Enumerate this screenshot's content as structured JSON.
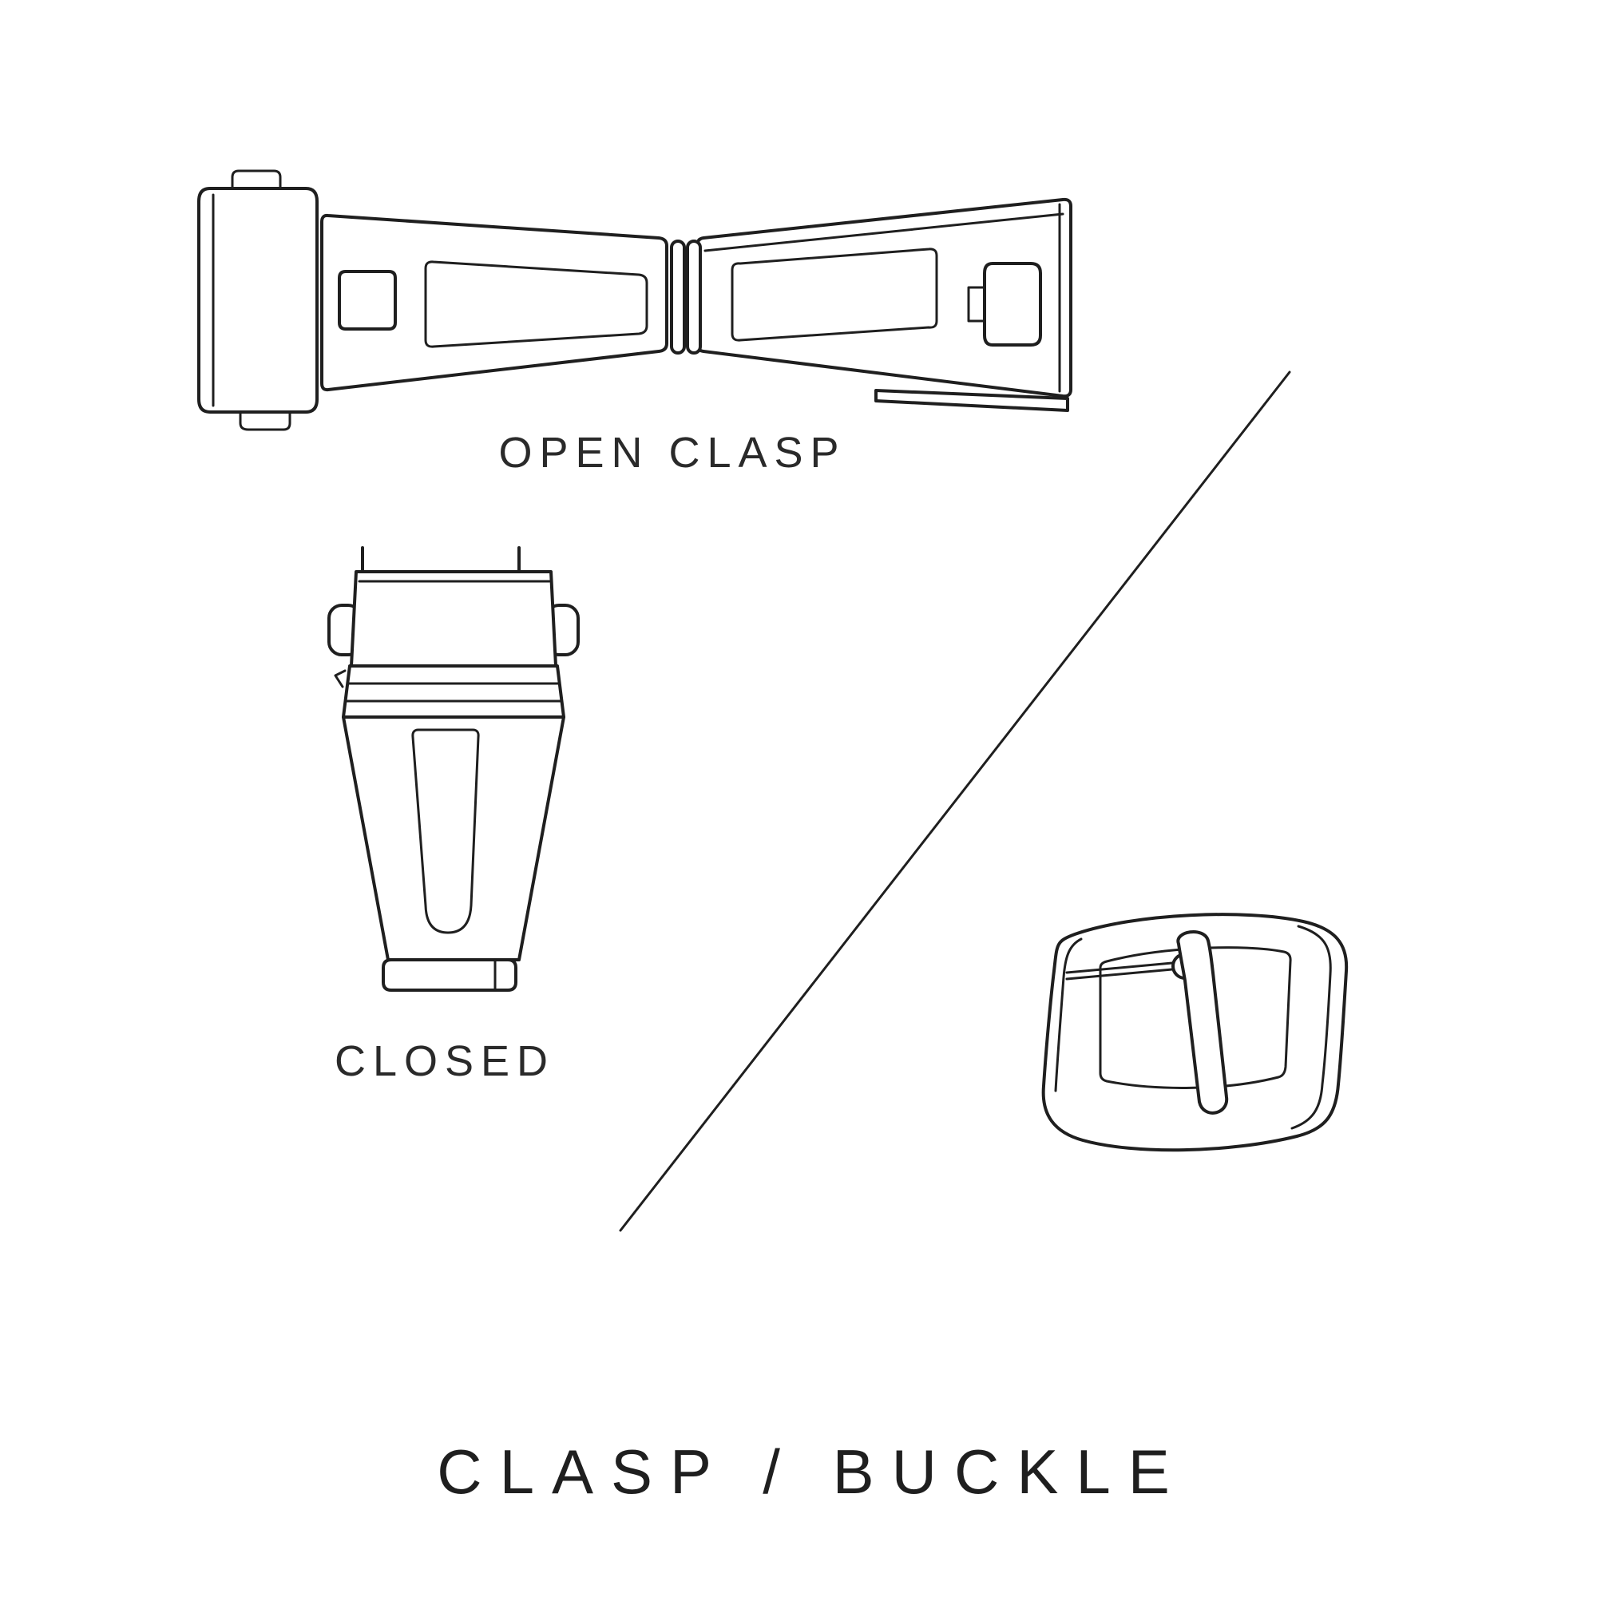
{
  "colors": {
    "background": "#ffffff",
    "ink": "#1f1f1f"
  },
  "labels": {
    "open_clasp": "OPEN CLASP",
    "closed_clasp": "CLOSED"
  },
  "title": "CLASP / BUCKLE",
  "figures": [
    {
      "name": "open-clasp-illustration",
      "caption": "OPEN CLASP"
    },
    {
      "name": "closed-clasp-illustration",
      "caption": "CLOSED"
    },
    {
      "name": "tang-buckle-illustration",
      "caption": ""
    }
  ]
}
